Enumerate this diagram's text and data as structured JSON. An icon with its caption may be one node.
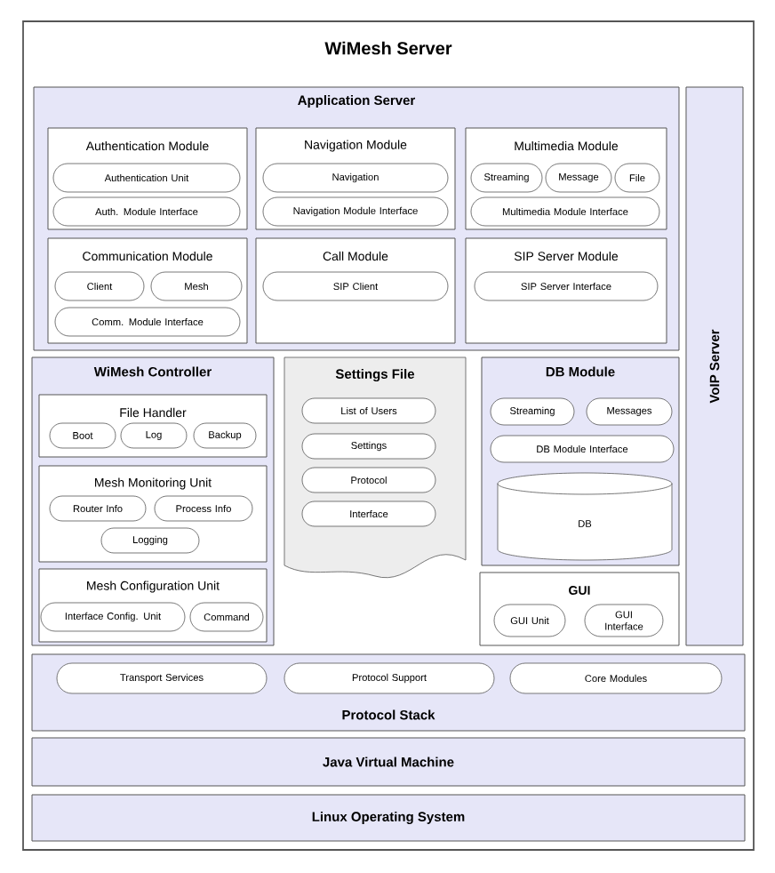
{
  "diagram": {
    "nodes": [
      {
        "text": [
          "WiMesh Server"
        ]
      },
      {
        "text": [
          "Application Server"
        ],
        "in": 0
      },
      {
        "text": [
          "Authentication Module"
        ],
        "in": 1
      },
      {
        "text": [
          "Authentication Unit"
        ],
        "in": 2
      },
      {
        "text": [
          "Auth. Module Interface"
        ],
        "in": 2
      },
      {
        "text": [
          "Navigation Module"
        ],
        "in": 1
      },
      {
        "text": [
          "Navigation"
        ],
        "in": 5
      },
      {
        "text": [
          "Navigation Module Interface"
        ],
        "in": 5
      },
      {
        "text": [
          "Multimedia Module"
        ],
        "in": 1
      },
      {
        "text": [
          "Streaming"
        ],
        "in": 8
      },
      {
        "text": [
          "Message"
        ],
        "in": 8
      },
      {
        "text": [
          "File"
        ],
        "in": 8
      },
      {
        "text": [
          "Multimedia Module Interface"
        ],
        "in": 8
      },
      {
        "text": [
          "Communication Module"
        ],
        "in": 1
      },
      {
        "text": [
          "Client"
        ],
        "in": 13
      },
      {
        "text": [
          "Mesh"
        ],
        "in": 13
      },
      {
        "text": [
          "Comm. Module Interface"
        ],
        "in": 13
      },
      {
        "text": [
          "Call Module"
        ],
        "in": 1
      },
      {
        "text": [
          "SIP Client"
        ],
        "in": 17
      },
      {
        "text": [
          "SIP Server Module"
        ],
        "in": 1
      },
      {
        "text": [
          "SIP Server Interface"
        ],
        "in": 19
      },
      {
        "text": [
          "WiMesh Controller"
        ],
        "in": 0
      },
      {
        "text": [
          "File Handler"
        ],
        "in": 21
      },
      {
        "text": [
          "Boot"
        ],
        "in": 22
      },
      {
        "text": [
          "Log"
        ],
        "in": 22
      },
      {
        "text": [
          "Backup"
        ],
        "in": 22
      },
      {
        "text": [
          "Mesh Monitoring Unit"
        ],
        "in": 21
      },
      {
        "text": [
          "Router Info"
        ],
        "in": 26
      },
      {
        "text": [
          "Process Info"
        ],
        "in": 26
      },
      {
        "text": [
          "Logging"
        ],
        "in": 26
      },
      {
        "text": [
          "Mesh Configuration Unit"
        ],
        "in": 21
      },
      {
        "text": [
          "Interface Config. Unit"
        ],
        "in": 30
      },
      {
        "text": [
          "Command"
        ],
        "in": 30
      },
      {
        "text": [
          "Settings File"
        ],
        "in": 0
      },
      {
        "text": [
          "List of Users"
        ],
        "in": 33
      },
      {
        "text": [
          "Settings"
        ],
        "in": 33
      },
      {
        "text": [
          "Protocol"
        ],
        "in": 33
      },
      {
        "text": [
          "Interface"
        ],
        "in": 33
      },
      {
        "text": [
          "DB Module"
        ],
        "in": 0
      },
      {
        "text": [
          "Streaming"
        ],
        "in": 38
      },
      {
        "text": [
          "Messages"
        ],
        "in": 38
      },
      {
        "text": [
          "DB Module Interface"
        ],
        "in": 38
      },
      {
        "text": [
          "DB"
        ],
        "in": 38
      },
      {
        "text": [
          "GUI"
        ],
        "in": 0
      },
      {
        "text": [
          "GUI Unit"
        ],
        "in": 43
      },
      {
        "text": [
          "GUI Interface"
        ],
        "in": 43
      },
      {
        "text": [
          "VoIP Server"
        ],
        "in": 0
      },
      {
        "text": [
          "Protocol Stack"
        ],
        "in": 0
      },
      {
        "text": [
          "Transport Services"
        ],
        "in": 47
      },
      {
        "text": [
          "Protocol Support"
        ],
        "in": 47
      },
      {
        "text": [
          "Core Modules"
        ],
        "in": 47
      },
      {
        "text": [
          "Java Virtual Machine"
        ],
        "in": 0
      },
      {
        "text": [
          "Linux Operating System"
        ],
        "in": 0
      }
    ]
  }
}
